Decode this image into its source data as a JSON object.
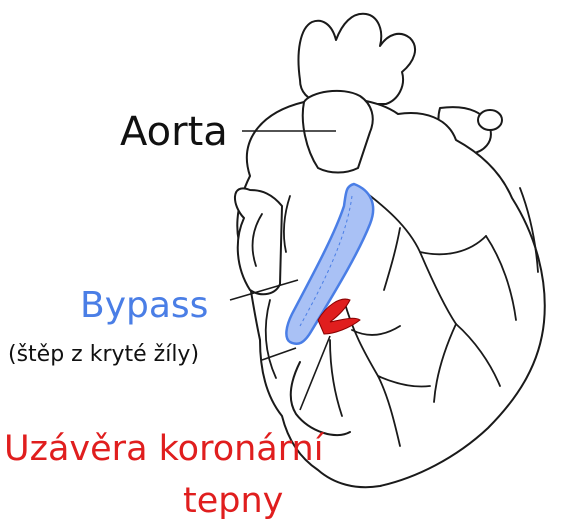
{
  "labels": {
    "aorta": "Aorta",
    "bypass": "Bypass",
    "bypass_sub": "(štěp z kryté žíly)",
    "occlusion_line1": "Uzávěra koronární",
    "occlusion_line2": "tepny"
  },
  "colors": {
    "bypass": "#4a7ee6",
    "bypass_fill": "#a9c1f5",
    "occlusion": "#e01e1e",
    "ink": "#1a1a1a",
    "background": "#ffffff"
  }
}
